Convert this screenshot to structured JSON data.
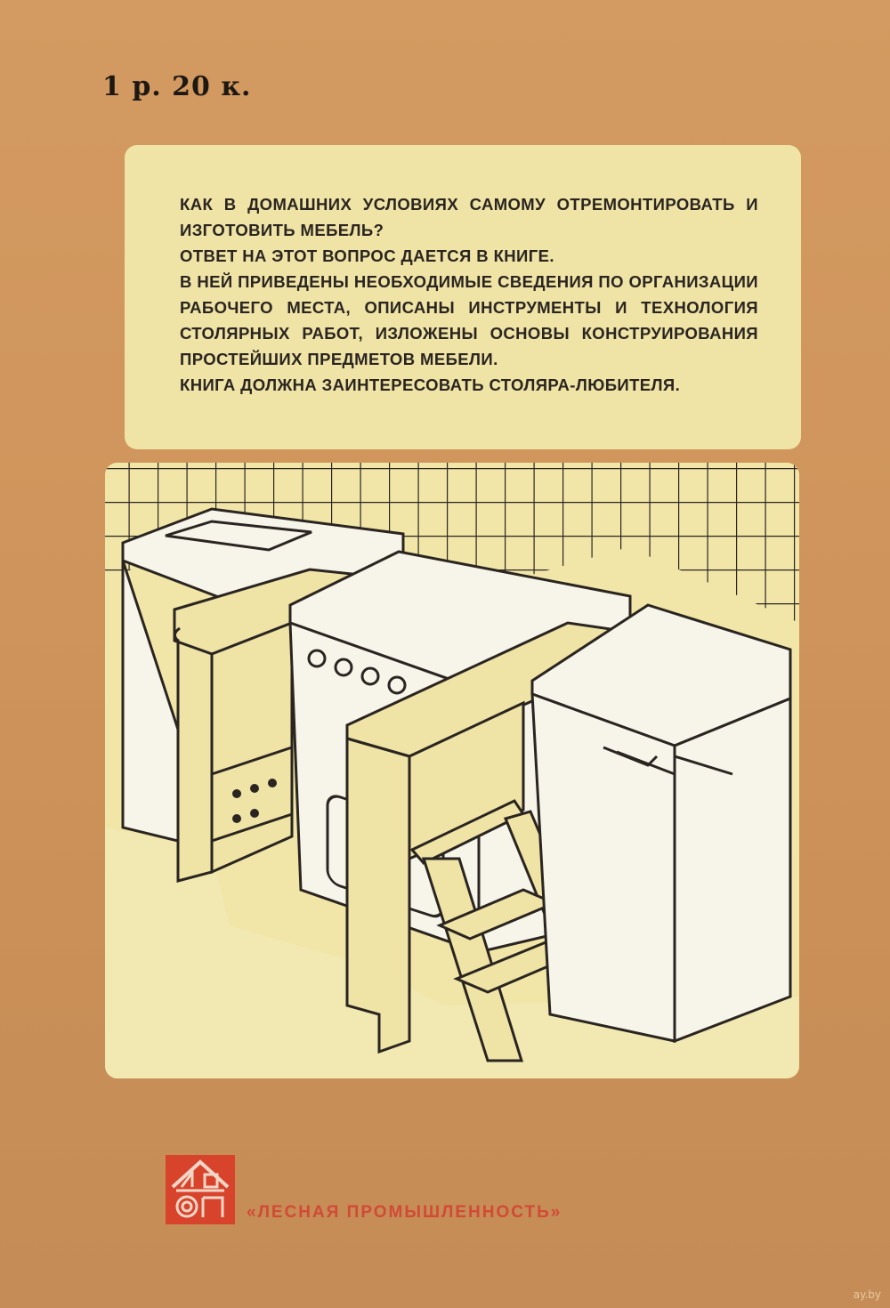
{
  "cover": {
    "price": "1 р. 20 к.",
    "blurb": [
      "КАК В ДОМАШНИХ УСЛОВИЯХ САМОМУ ОТРЕМОНТИРОВАТЬ И ИЗГОТОВИТЬ МЕБЕЛЬ?",
      "ОТВЕТ НА ЭТОТ ВОПРОС ДАЕТСЯ В КНИГЕ.",
      "В НЕЙ ПРИВЕДЕНЫ НЕОБХОДИМЫЕ СВЕДЕНИЯ ПО ОРГАНИЗАЦИИ РАБОЧЕГО МЕСТА, ОПИСАНЫ ИНСТРУМЕНТЫ И ТЕХНОЛОГИЯ СТОЛЯРНЫХ РАБОТ, ИЗЛОЖЕНЫ ОСНОВЫ КОНСТРУИРОВАНИЯ ПРОСТЕЙШИХ ПРЕДМЕТОВ МЕБЕЛИ.",
      "КНИГА ДОЛЖНА ЗАИНТЕРЕСОВАТЬ СТОЛЯРА-ЛЮБИТЕЛЯ."
    ],
    "publisher": "«ЛЕСНАЯ ПРОМЫШЛЕННОСТЬ»",
    "logo_text": "ЛП",
    "watermark": "ay.by"
  },
  "colors": {
    "cover": "#cf955c",
    "panel": "#efe3a6",
    "ink": "#2a2520",
    "logo": "#d8432c",
    "publisher": "#d24a35"
  },
  "icons": [
    "publisher-logo-icon",
    "kitchen-illustration"
  ]
}
